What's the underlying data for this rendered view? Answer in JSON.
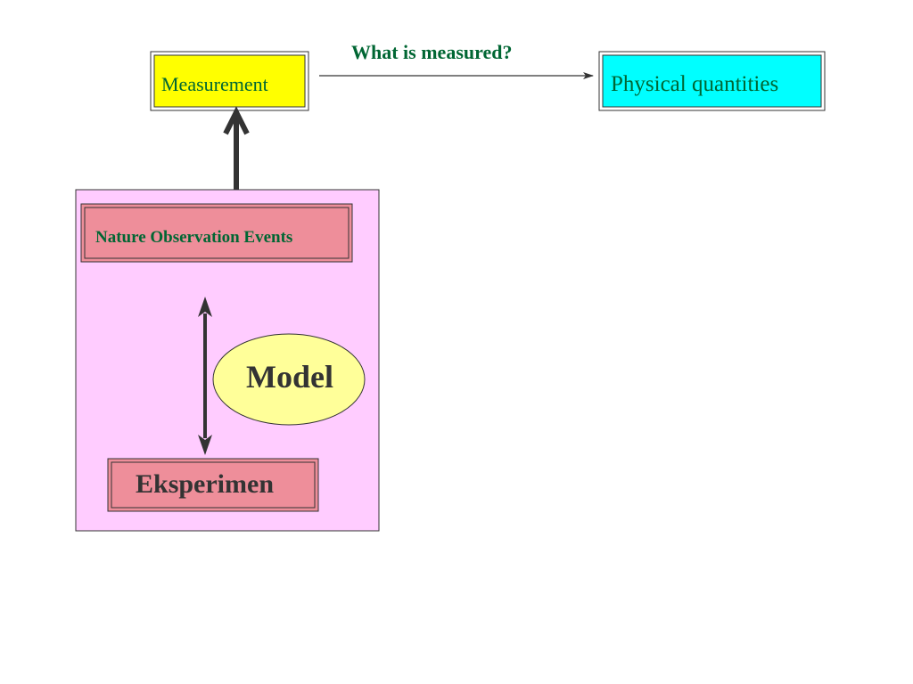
{
  "diagram": {
    "nodes": {
      "measurement": {
        "label": "Measurement"
      },
      "physical_quantities": {
        "label": "Physical quantities"
      },
      "nature_observation_events": {
        "label": "Nature Observation Events"
      },
      "model": {
        "label": "Model"
      },
      "eksperimen": {
        "label": "Eksperimen"
      }
    },
    "edges": {
      "measurement_to_physical": {
        "label": "What is measured?"
      }
    },
    "colors": {
      "measurement_fill": "#ffff00",
      "physical_fill": "#00ffff",
      "container_fill": "#ffccff",
      "nature_fill": "#ee8e9a",
      "eksperimen_fill": "#ee8e9a",
      "model_fill": "#ffff99",
      "label_green": "#006633",
      "dark_text": "#333333",
      "arrow_gray": "#333333"
    }
  }
}
